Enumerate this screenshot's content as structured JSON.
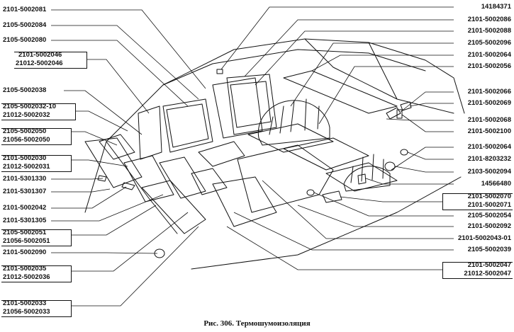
{
  "caption": "Рис. 306. Термошумоизоляция",
  "labels_left": [
    "2101-5002081",
    "2105-5002084",
    "2105-5002080",
    "2101-5002046",
    "21012-5002046",
    "2105-5002038",
    "2105-5002032-10",
    "21012-5002032",
    "2105-5002050",
    "21056-5002050",
    "2101-5002030",
    "21012-5002031",
    "2101-5301330",
    "2101-5301307",
    "2101-5002042",
    "2101-5301305",
    "2105-5002051",
    "21056-5002051",
    "2101-5002090",
    "2101-5002035",
    "21012-5002036",
    "2101-5002033",
    "21056-5002033"
  ],
  "labels_right": [
    "14184371",
    "2101-5002086",
    "2101-5002088",
    "2105-5002096",
    "2101-5002064",
    "2101-5002056",
    "2101-5002066",
    "2101-5002069",
    "2101-5002068",
    "2101-5002100",
    "2101-5002064",
    "2101-8203232",
    "2103-5002094",
    "14566480",
    "2101-5002070",
    "2101-5002071",
    "2105-5002054",
    "2101-5002092",
    "2101-5002043-01",
    "2105-5002039",
    "2101-5002047",
    "21012-5002047"
  ]
}
